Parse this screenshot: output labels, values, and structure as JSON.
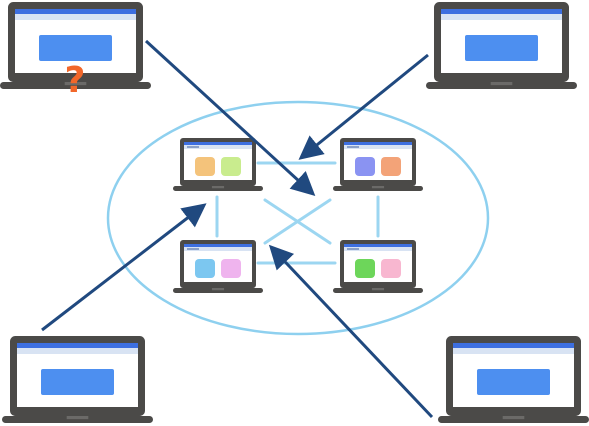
{
  "colors": {
    "frame": "#4b4a48",
    "screen": "#ffffff",
    "titlebar": "#3d6fe0",
    "toolbar": "#d8e3f3",
    "content": "#4d8ff0",
    "ring": "#8ed0ef",
    "link": "#9cd6f1",
    "arrow": "#20497f",
    "question": "#f2672a"
  },
  "outside_devices": [
    {
      "name": "laptop-top-left",
      "has_question_mark": true
    },
    {
      "name": "laptop-top-right",
      "has_question_mark": false
    },
    {
      "name": "laptop-bottom-left",
      "has_question_mark": false
    },
    {
      "name": "laptop-bottom-right",
      "has_question_mark": false
    }
  ],
  "network_devices": [
    {
      "name": "node-top-left",
      "tiles": [
        "#f4c37b",
        "#c9ec8e"
      ]
    },
    {
      "name": "node-top-right",
      "tiles": [
        "#8a93f2",
        "#f3a378"
      ]
    },
    {
      "name": "node-bottom-left",
      "tiles": [
        "#7cc7f0",
        "#efb4ee"
      ]
    },
    {
      "name": "node-bottom-right",
      "tiles": [
        "#6dd65a",
        "#f8b7d0"
      ]
    }
  ],
  "question_mark": "?"
}
